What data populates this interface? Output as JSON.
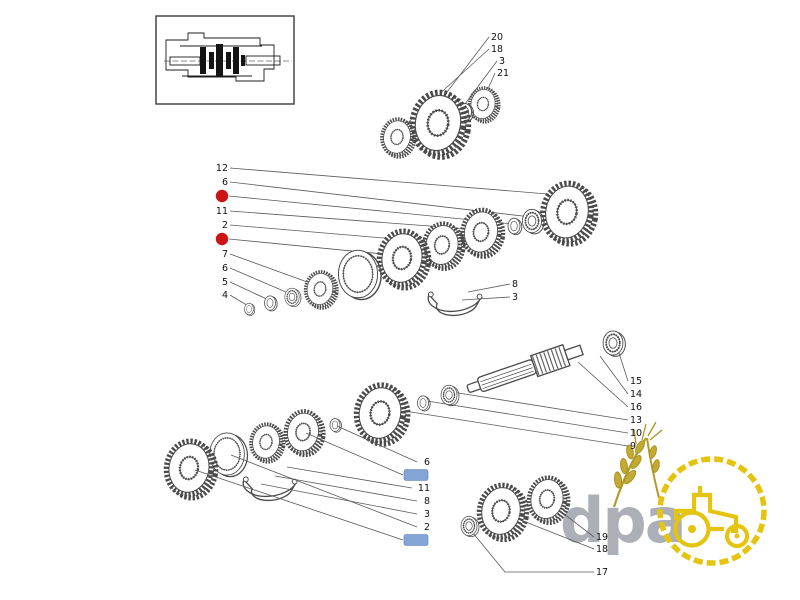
{
  "diagram": {
    "title": "transmission-exploded-parts-diagram"
  },
  "watermark": {
    "brand": "dpa"
  },
  "colors": {
    "line": "#4a4a4a",
    "callout_text": "#111111",
    "red_marker": "#cc1414",
    "blue_highlight": "#84a4d6",
    "watermark_gray": "#a6aab0",
    "watermark_yellow": "#e4c40e",
    "wheat_olive": "#bda432"
  },
  "callouts": {
    "top_right": {
      "labels": [
        "20",
        "18",
        "3",
        "21"
      ]
    },
    "mid_left": {
      "labels": [
        "12",
        "6",
        "11",
        "2",
        "7",
        "6",
        "5",
        "4"
      ]
    },
    "mid_right": {
      "labels": [
        "8",
        "3"
      ]
    },
    "shaft_right": {
      "labels": [
        "15",
        "14",
        "16",
        "13",
        "10",
        "9"
      ]
    },
    "lower_left": {
      "labels": [
        "6",
        "11",
        "8",
        "3",
        "2"
      ]
    },
    "bottom_right": {
      "labels": [
        "19",
        "18",
        "17"
      ]
    }
  },
  "markers": {
    "red_dots": 2,
    "blue_boxes": 2
  }
}
